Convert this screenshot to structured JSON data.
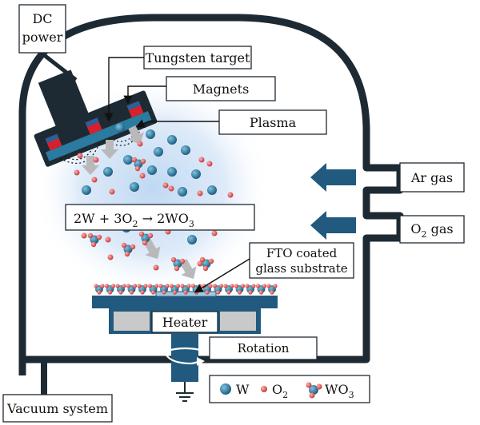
{
  "colors": {
    "chamber": "#1e2a33",
    "steel": "#215a7e",
    "plasma": "#bcd6f2",
    "tungsten_atom": "#2b7aa0",
    "oxygen_atom": "#e05050",
    "magnet_red": "#d8202a",
    "heater_grey": "#c9c9c9"
  },
  "labels": {
    "dc_power_line1": "DC",
    "dc_power_line2": "power",
    "tungsten_target": "Tungsten target",
    "magnets": "Magnets",
    "plasma": "Plasma",
    "ar_gas": "Ar gas",
    "o2_gas_prefix": "O",
    "o2_gas_sub": "2",
    "o2_gas_suffix": " gas",
    "fto_line1": "FTO coated",
    "fto_line2": "glass substrate",
    "heater": "Heater",
    "rotation": "Rotation",
    "vacuum_system": "Vacuum system"
  },
  "reaction": {
    "part1": "2W + 3O",
    "sub1": "2",
    "part2": " → 2WO",
    "sub2": "3"
  },
  "legend": {
    "w_label": "W",
    "o2_prefix": "O",
    "o2_sub": "2",
    "wo3_prefix": "WO",
    "wo3_sub": "3"
  },
  "icons": [
    "ground-icon",
    "rotation-arrow-icon",
    "gas-inlet-arrow-icon"
  ]
}
